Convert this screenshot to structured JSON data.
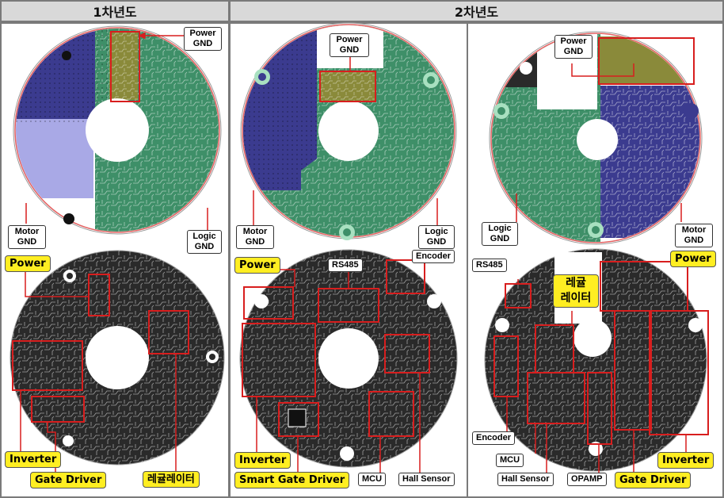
{
  "headers": {
    "year1": "1차년도",
    "year2": "2차년도"
  },
  "year1": {
    "top": {
      "power_gnd": [
        "Power",
        "GND"
      ],
      "motor_gnd": [
        "Motor",
        "GND"
      ],
      "logic_gnd": [
        "Logic",
        "GND"
      ]
    },
    "bottom": {
      "power": "Power",
      "inverter": "Inverter",
      "gate_driver": "Gate Driver",
      "regulator": "레귤레이터"
    }
  },
  "year2a": {
    "top": {
      "power_gnd": [
        "Power",
        "GND"
      ],
      "motor_gnd": [
        "Motor",
        "GND"
      ],
      "logic_gnd": [
        "Logic",
        "GND"
      ]
    },
    "bottom": {
      "power": "Power",
      "rs485": "RS485",
      "encoder": "Encoder",
      "inverter": "Inverter",
      "smart_gate_driver": "Smart Gate Driver",
      "mcu": "MCU",
      "hall_sensor": "Hall Sensor"
    }
  },
  "year2b": {
    "top": {
      "power_gnd": [
        "Power",
        "GND"
      ],
      "logic_gnd": [
        "Logic",
        "GND"
      ],
      "motor_gnd": [
        "Motor",
        "GND"
      ]
    },
    "bottom": {
      "rs485": "RS485",
      "power": "Power",
      "regulator": [
        "레귤",
        "레이터"
      ],
      "encoder": "Encoder",
      "mcu": "MCU",
      "hall_sensor": "Hall Sensor",
      "opamp": "OPAMP",
      "gate_driver": "Gate Driver",
      "inverter": "Inverter"
    }
  },
  "colors": {
    "motor_gnd": "#3b3b8f",
    "logic_gnd": "#3e8f68",
    "power_gnd": "#8a8a3a",
    "board": "#2a2a2a",
    "highlight": "#d81e1e",
    "label_yellow": "#ffee22",
    "header_bg": "#d9d9d9"
  }
}
